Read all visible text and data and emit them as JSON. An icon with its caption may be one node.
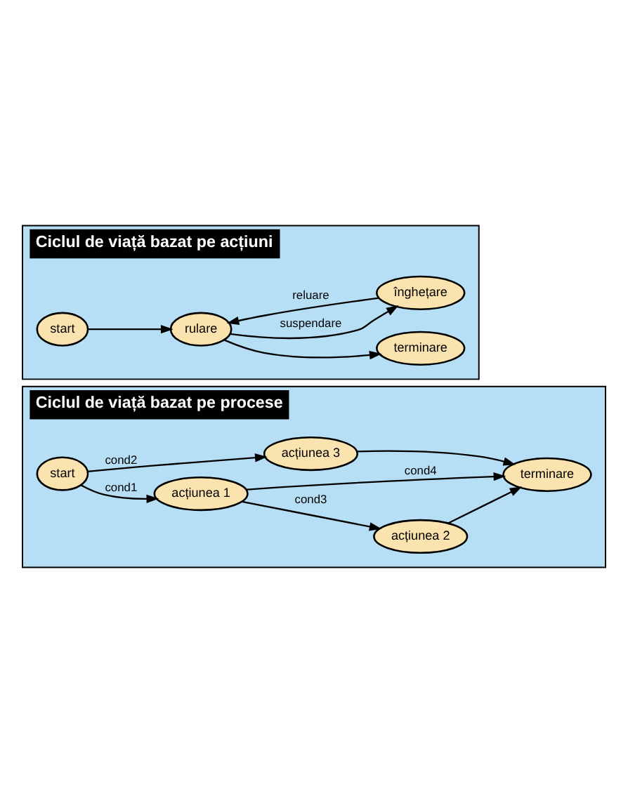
{
  "diagram": {
    "nodes": [
      {
        "text": [
          "Ciclul de viață bazat pe procese"
        ]
      },
      {
        "text": [
          "start"
        ],
        "in": 0
      },
      {
        "text": [
          "acțiunea 2"
        ],
        "in": 0
      },
      {
        "text": [
          "acțiunea 1"
        ],
        "in": 0
      },
      {
        "text": [
          "acțiunea 3"
        ],
        "in": 0
      },
      {
        "text": [
          "terminare"
        ],
        "in": 0
      },
      {
        "text": [
          "Ciclul de viață bazat pe acțiuni"
        ]
      },
      {
        "text": [
          "start"
        ],
        "in": 6
      },
      {
        "text": [
          "rulare"
        ],
        "in": 6
      },
      {
        "text": [
          "terminare"
        ],
        "in": 6
      },
      {
        "text": [
          "înghețare"
        ],
        "in": 6
      }
    ],
    "edges": [
      {
        "from": 1,
        "to": 3,
        "arrow": "to",
        "label": "cond1"
      },
      {
        "from": 1,
        "to": 4,
        "arrow": "to",
        "label": "cond2"
      },
      {
        "from": 3,
        "to": 2,
        "arrow": "to",
        "label": "cond3"
      },
      {
        "from": 3,
        "to": 5,
        "arrow": "to",
        "label": "cond4"
      },
      {
        "from": 2,
        "to": 5,
        "arrow": "to"
      },
      {
        "from": 4,
        "to": 5,
        "arrow": "to"
      },
      {
        "from": 7,
        "to": 8,
        "arrow": "to"
      },
      {
        "from": 8,
        "to": 9,
        "arrow": "to"
      },
      {
        "from": 8,
        "to": 10,
        "arrow": "to",
        "label": "suspendare"
      },
      {
        "from": 10,
        "to": 8,
        "arrow": "to",
        "label": "reluare"
      }
    ]
  }
}
